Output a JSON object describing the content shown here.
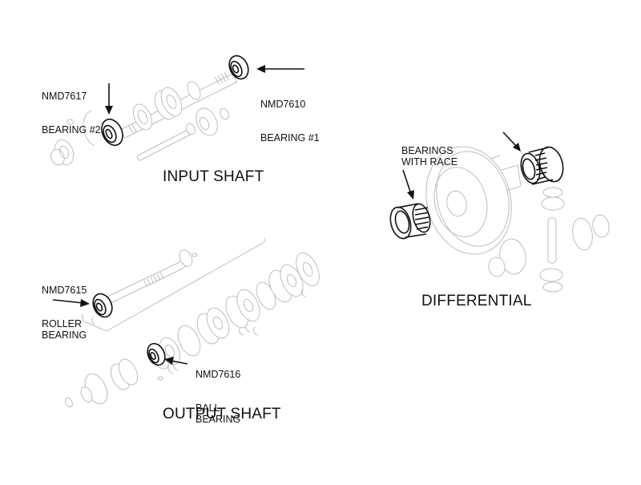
{
  "diagram": {
    "sections": [
      {
        "id": "input-shaft",
        "title": "INPUT SHAFT",
        "callouts": [
          {
            "part_number": "NMD7617",
            "description": "BEARING #2"
          },
          {
            "part_number": "NMD7610",
            "description": "BEARING #1"
          }
        ]
      },
      {
        "id": "output-shaft",
        "title": "OUTPUT SHAFT",
        "callouts": [
          {
            "part_number": "NMD7615",
            "description": "ROLLER\nBEARING"
          },
          {
            "part_number": "NMD7616",
            "description": "BALL\nBEARING"
          }
        ]
      },
      {
        "id": "differential",
        "title": "DIFFERENTIAL",
        "callouts": [
          {
            "part_number": "",
            "description": "BEARINGS\nWITH RACE"
          }
        ]
      }
    ],
    "colors": {
      "highlight_part": "#111111",
      "background_part": "#bdbdbd",
      "background": "#ffffff"
    }
  }
}
